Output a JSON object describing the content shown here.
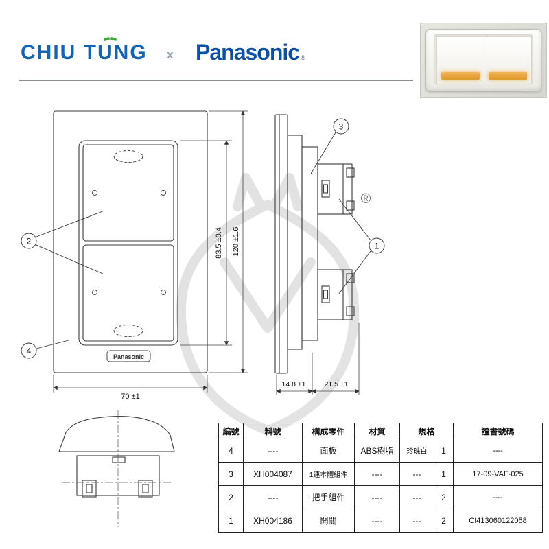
{
  "header": {
    "brand_left": "CHIU TUNG",
    "separator": "x",
    "brand_right": "Panasonic",
    "registered": "®"
  },
  "drawing": {
    "dim_inner_height": "83.5 ±0.4",
    "dim_outer_height": "120 ±1.6",
    "dim_width": "70 ±1",
    "dim_depth_plate": "14.8 ±1",
    "dim_depth_module": "21.5 ±1",
    "plate_label": "Panasonic",
    "registered": "®",
    "callouts": {
      "one": "1",
      "two": "2",
      "three": "3",
      "four": "4"
    }
  },
  "table": {
    "headers": [
      "編號",
      "料號",
      "構成零件",
      "材質",
      "規格",
      "證書號碼"
    ],
    "rows": [
      {
        "no": "4",
        "part_no": "----",
        "component": "面板",
        "material": "ABS樹脂",
        "spec": "珍珠白",
        "qty": "1",
        "cert": "----"
      },
      {
        "no": "3",
        "part_no": "XH004087",
        "component": "1連本體組件",
        "material": "----",
        "spec": "---",
        "qty": "1",
        "cert": "17-09-VAF-025"
      },
      {
        "no": "2",
        "part_no": "----",
        "component": "把手組件",
        "material": "----",
        "spec": "---",
        "qty": "2",
        "cert": "----"
      },
      {
        "no": "1",
        "part_no": "XH004186",
        "component": "開關",
        "material": "----",
        "spec": "---",
        "qty": "2",
        "cert": "CI413060122058"
      }
    ]
  }
}
